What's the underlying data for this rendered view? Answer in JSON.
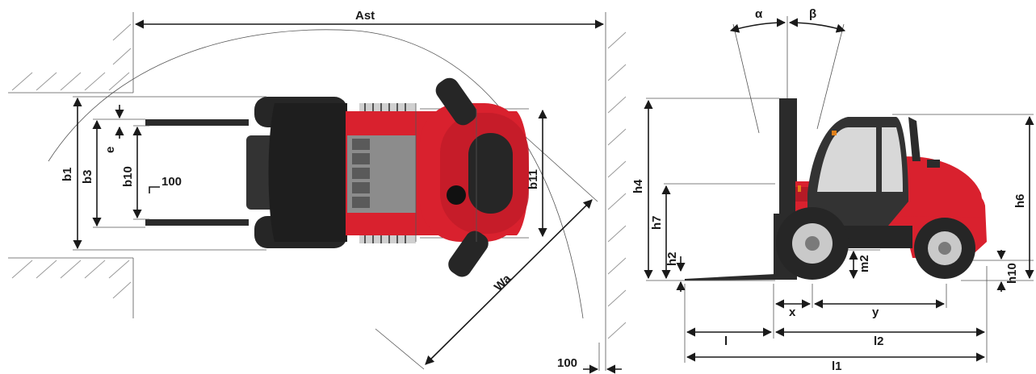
{
  "top_view": {
    "labels": {
      "ast": "Ast",
      "b1": "b1",
      "b3": "b3",
      "b10": "b10",
      "e": "e",
      "b11": "b11",
      "wa": "Wa",
      "fork_tip": "100",
      "clearance": "100"
    }
  },
  "side_view": {
    "labels": {
      "alpha": "α",
      "beta": "β",
      "h4": "h4",
      "h7": "h7",
      "h2": "h2",
      "m2": "m2",
      "h6": "h6",
      "h10": "h10",
      "x": "x",
      "y": "y",
      "l": "l",
      "l2": "l2",
      "l1": "l1"
    }
  },
  "colors": {
    "body_red": "#d9212e",
    "dark": "#2b2b2b",
    "tire": "#262626",
    "wheel_grey": "#c9c9c9",
    "glass": "#d8d8d8"
  }
}
